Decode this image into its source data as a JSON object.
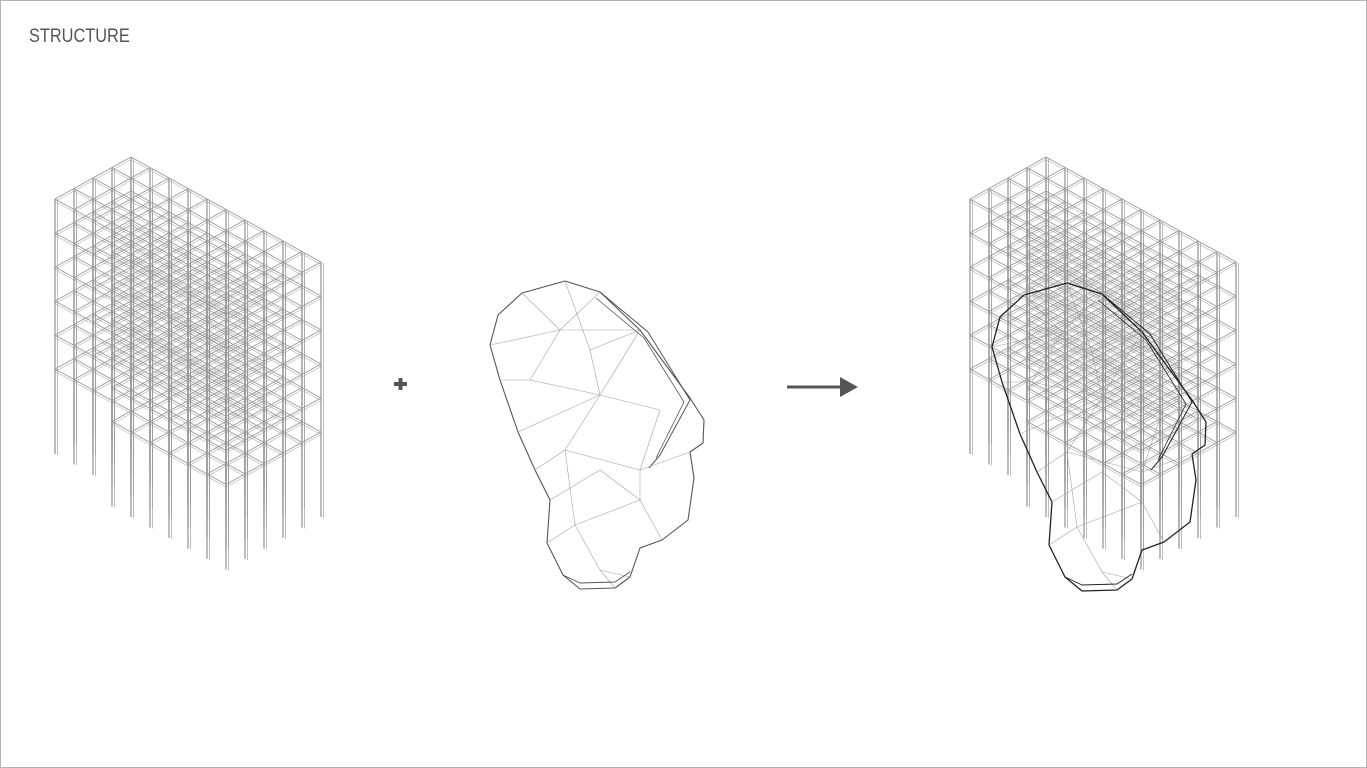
{
  "title": "STRUCTURE",
  "operators": {
    "plus": "plus-sign",
    "arrow": "arrow-right"
  },
  "colors": {
    "background": "#ffffff",
    "frame": "#b4b4b4",
    "line": "#8a8a8a",
    "operator": "#555555"
  }
}
